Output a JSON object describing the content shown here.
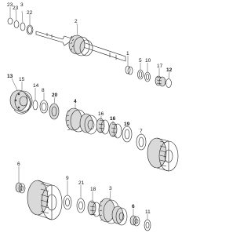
{
  "callouts": {
    "c23a": "23",
    "c23b": "23",
    "c3a": "3",
    "c22": "22",
    "c2": "2",
    "c1": "1",
    "c5": "5",
    "c10": "10",
    "c17": "17",
    "c12": "12",
    "c13": "13",
    "c15": "15",
    "c14": "14",
    "c8": "8",
    "c20": "20",
    "c4": "4",
    "c16": "16",
    "c16b": "16",
    "c19": "19",
    "c7": "7",
    "c6a": "6",
    "c9": "9",
    "c21": "21",
    "c18": "18",
    "c3": "3",
    "c6": "6",
    "c11": "11"
  }
}
